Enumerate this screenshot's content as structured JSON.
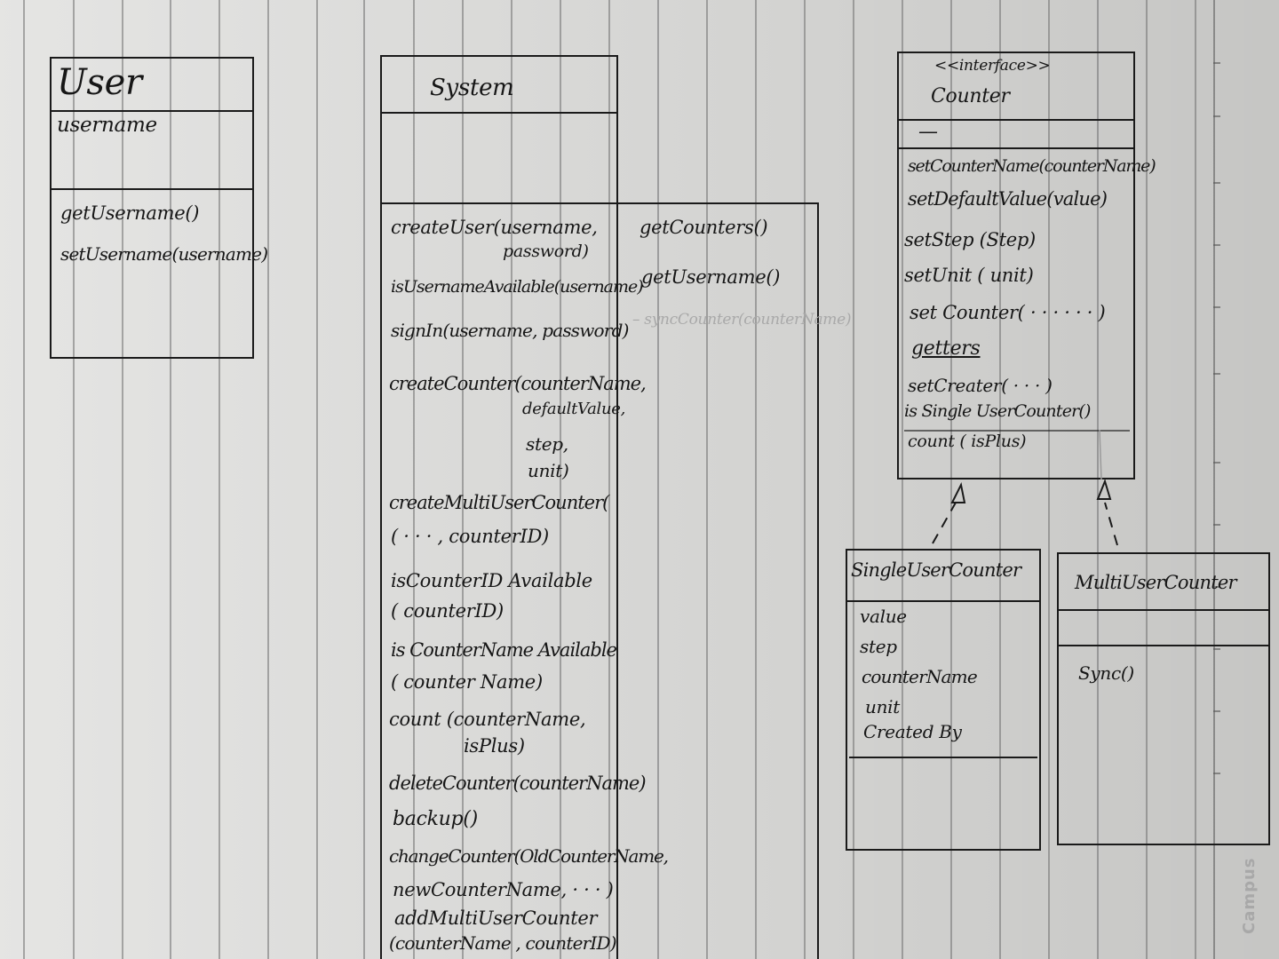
{
  "user": {
    "name": "User",
    "attributes": [
      "username"
    ],
    "methods": [
      "getUsername()",
      "setUsername(username)"
    ]
  },
  "system": {
    "name": "System",
    "methods": [
      "createUser(username,",
      "password)",
      "isUsernameAvailable(username)",
      "signIn(username, password)",
      "createCounter(counterName,",
      "defaultValue,",
      "step,",
      "unit)",
      "createMultiUserCounter(",
      "( · · · , counterID)",
      "isCounterID Available",
      "( counterID)",
      "is CounterName Available",
      "( counter Name)",
      "count (counterName,",
      "isPlus)",
      "deleteCounter(counterName)",
      "backup()",
      "changeCounter(OldCounterName,",
      "newCounterName, · · · )",
      "addMultiUserCounter",
      "(counterName , counterID)"
    ],
    "extra_methods": [
      "getCounters()",
      "getUsername()",
      "– syncCounter(counterName)"
    ]
  },
  "counter": {
    "stereotype": "<<interface>>",
    "name": "Counter",
    "attributes": [
      "—"
    ],
    "methods": [
      "setCounterName(counterName)",
      "setDefaultValue(value)",
      "setStep (Step)",
      "setUnit ( unit)",
      "set Counter( · · · · · · )",
      "getters",
      "setCreater( · · · )",
      "is Single UserCounter()",
      "count ( isPlus)"
    ]
  },
  "single_user_counter": {
    "name": "SingleUserCounter",
    "attributes": [
      "value",
      "step",
      "counterName",
      "unit",
      "Created By"
    ],
    "methods": []
  },
  "multi_user_counter": {
    "name": "MultiUserCounter",
    "attributes": [],
    "methods": [
      "Sync()"
    ]
  },
  "brand": "Campus"
}
